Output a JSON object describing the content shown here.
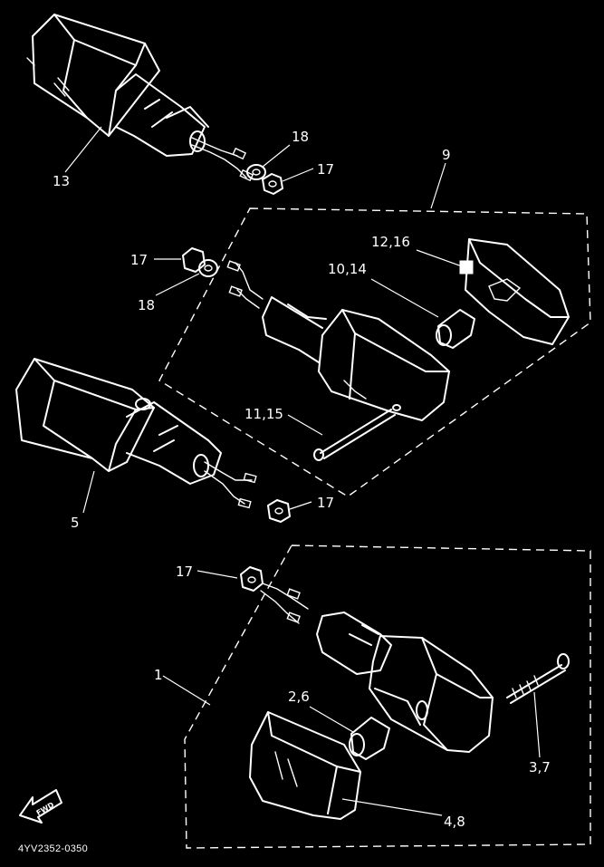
{
  "diagram": {
    "callouts": {
      "p13": "13",
      "p18_top": "18",
      "p17_top": "17",
      "p9": "9",
      "p12_16": "12,16",
      "p17_mid": "17",
      "p10_14": "10,14",
      "p18_mid": "18",
      "p11_15": "11,15",
      "p5": "5",
      "p17_lower": "17",
      "p17_bottom": "17",
      "p1": "1",
      "p2_6": "2,6",
      "p3_7": "3,7",
      "p4_8": "4,8"
    },
    "fwd_label": "FWD",
    "diagram_code": "4YV2352-0350"
  }
}
